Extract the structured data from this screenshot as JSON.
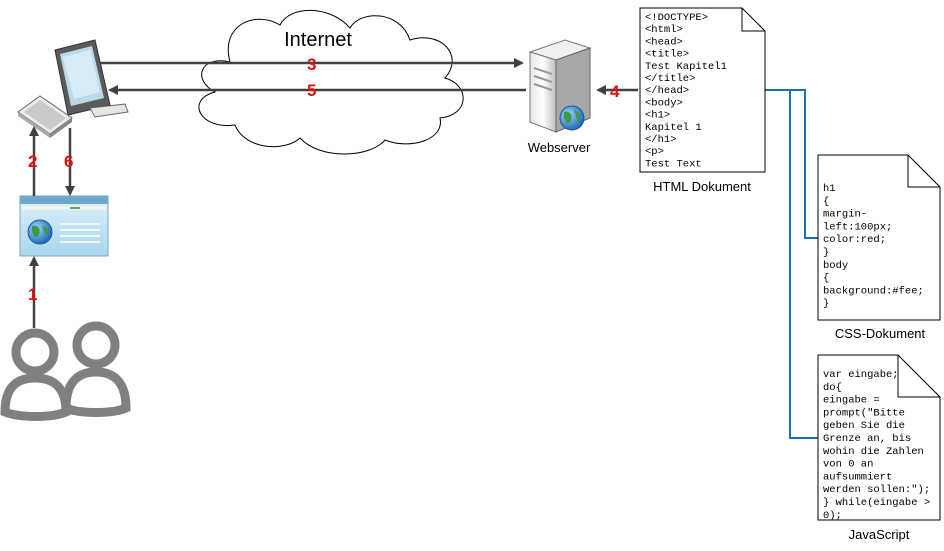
{
  "labels": {
    "internet": "Internet",
    "webserver": "Webserver",
    "html_doc": "HTML Dokument",
    "css_doc": "CSS-Dokument",
    "javascript": "JavaScript"
  },
  "steps": {
    "s1": "1",
    "s2": "2",
    "s3": "3",
    "s4": "4",
    "s5": "5",
    "s6": "6"
  },
  "html_code": [
    "<!DOCTYPE>",
    "<html>",
    "  <head>",
    "    <title>",
    "      Test Kapitel1",
    "    </title>",
    "  </head>",
    "  <body>",
    "    <h1>",
    "      Kapitel 1",
    "    </h1>",
    "    <p>",
    "      Test Text"
  ],
  "css_code": [
    "h1",
    "{",
    "  margin-",
    "left:100px;",
    "color:red;",
    "}",
    "body",
    "{",
    " background:#fee;",
    "}"
  ],
  "js_code": [
    "var eingabe;",
    "do{",
    " eingabe =",
    "prompt(\"Bitte",
    "geben Sie die",
    "Grenze an, bis",
    "wohin die Zahlen",
    "von 0 an",
    "aufsummiert",
    "werden sollen:\");",
    "} while(eingabe >",
    "0);"
  ],
  "colors": {
    "arrow": "#404040",
    "step_number": "#e01010",
    "connector": "#1a6fb5",
    "person": "#808080",
    "cloud_stroke": "#000000"
  },
  "icons": [
    "monitor-icon",
    "keyboard-icon",
    "browser-window-icon",
    "users-icon",
    "server-icon",
    "globe-icon",
    "cloud-icon"
  ]
}
